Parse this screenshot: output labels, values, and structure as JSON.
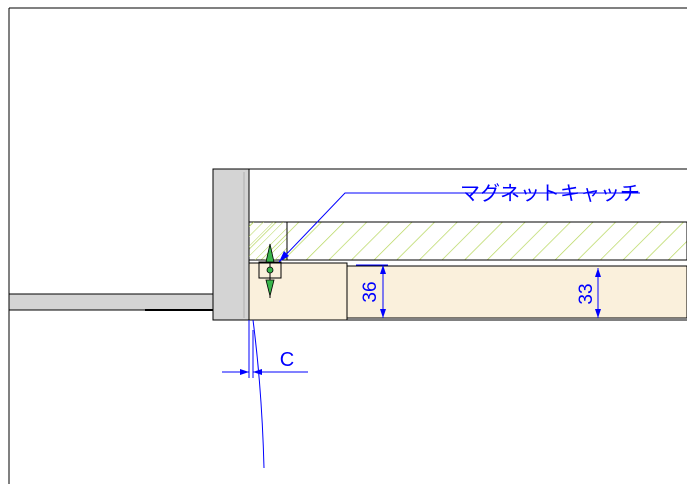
{
  "callout": {
    "label": "マグネットキャッチ"
  },
  "dimensions": {
    "clearance_label": "C",
    "left_panel_thickness": "36",
    "right_panel_thickness": "33"
  },
  "colors": {
    "line": "#000000",
    "frame_fill": "#d4d4d4",
    "panel_fill": "#faf0dc",
    "hatch": "#b5d65a",
    "dimension": "#0000ff",
    "catch_marker": "#39b54a"
  }
}
